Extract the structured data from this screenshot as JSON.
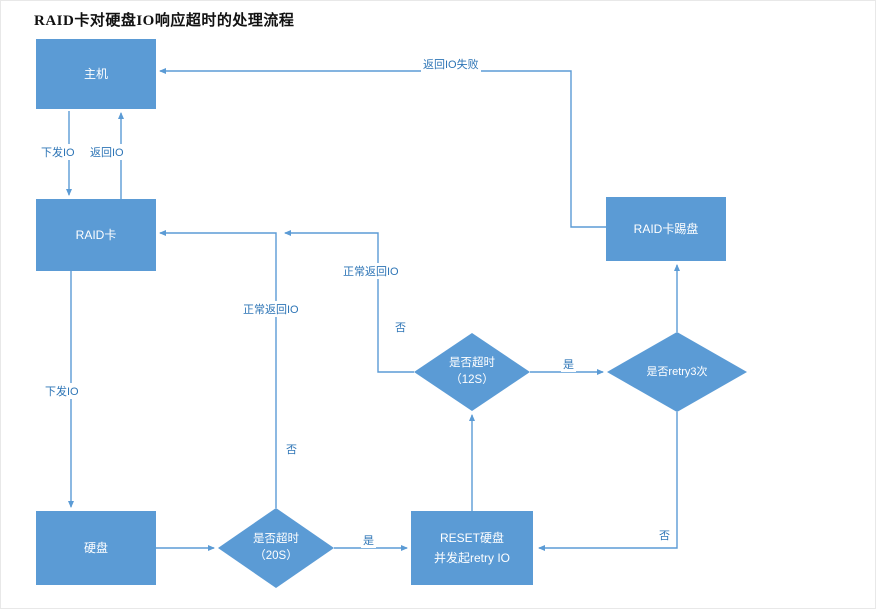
{
  "title": "RAID卡对硬盘IO响应超时的处理流程",
  "colors": {
    "node_fill": "#5B9BD5",
    "line": "#5B9BD5",
    "edge_label_text": "#2E75B6",
    "node_text": "#ffffff",
    "title_text": "#111111"
  },
  "nodes": {
    "host": {
      "label": "主机"
    },
    "raid": {
      "label": "RAID卡"
    },
    "disk": {
      "label": "硬盘"
    },
    "kick": {
      "label": "RAID卡踢盘"
    },
    "reset": {
      "line1": "RESET硬盘",
      "line2": "并发起retry IO"
    },
    "t20": {
      "line1": "是否超时",
      "line2": "（20S）"
    },
    "t12": {
      "line1": "是否超时",
      "line2": "（12S）"
    },
    "retry3": {
      "label": "是否retry3次"
    }
  },
  "edge_labels": {
    "send_io_1": "下发IO",
    "return_io": "返回IO",
    "send_io_2": "下发IO",
    "yes_20": "是",
    "no_20": "否",
    "normal_return_1": "正常返回IO",
    "no_12": "否",
    "normal_return_2": "正常返回IO",
    "yes_12": "是",
    "no_retry": "否",
    "return_fail": "返回IO失败"
  }
}
